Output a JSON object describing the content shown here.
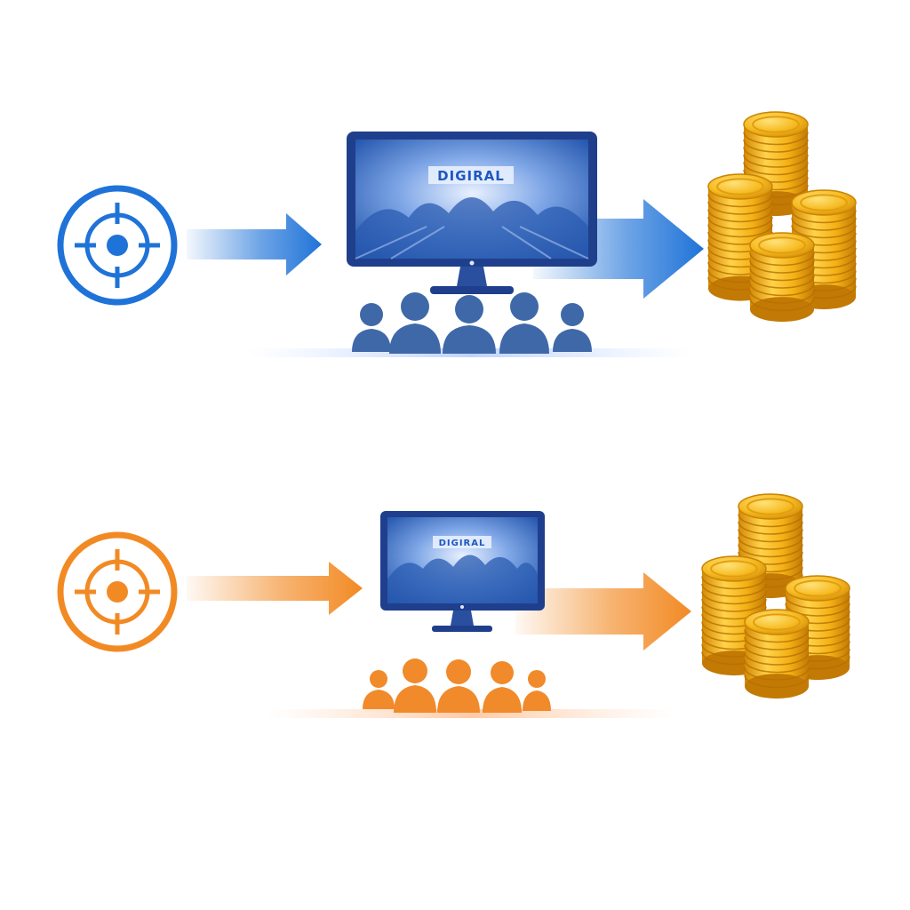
{
  "diagram": {
    "rows": [
      {
        "id": "row-blue",
        "theme": "blue",
        "accent": "#1f73d8",
        "people_color": "#3f68a8",
        "target_icon": "target-icon",
        "screen_icon": "monitor-icon",
        "audience_icon": "audience-icon",
        "output_icon": "coin-stack-icon",
        "screen_text": "DIGIRAL"
      },
      {
        "id": "row-orange",
        "theme": "orange",
        "accent": "#f28a24",
        "people_color": "#f08a2a",
        "target_icon": "target-icon",
        "screen_icon": "monitor-icon",
        "audience_icon": "audience-icon",
        "output_icon": "coin-stack-icon",
        "screen_text": "DIGIRAL"
      }
    ],
    "colors": {
      "monitor_frame": "#1f3f8c",
      "screen_light": "#dfeaff",
      "screen_mid": "#5e8fdc",
      "screen_dark": "#1c4fa8",
      "coin_light": "#ffd34a",
      "coin_mid": "#f3b014",
      "coin_dark": "#d48a06"
    }
  }
}
